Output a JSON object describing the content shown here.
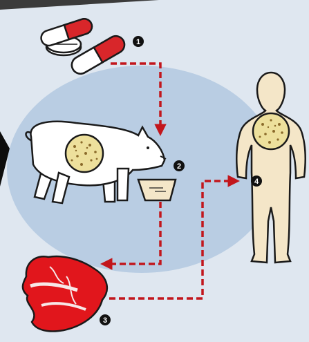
{
  "colors": {
    "background": "#dfe7f0",
    "ellipse": "#b9cde3",
    "arrow": "#c2161c",
    "badge": "#111111",
    "pill_red": "#d8262a",
    "pill_white": "#ffffff",
    "pig": "#ffffff",
    "germ_disc": "#ede09c",
    "germ_dot": "#8a6a2a",
    "trough": "#f4e6c8",
    "meat_red": "#e1161c",
    "meat_fat": "#f7e8e8",
    "person": "#f4e6c8",
    "outline": "#1a1a1a"
  },
  "steps": [
    {
      "number": "1",
      "icon": "antibiotic-pills-icon"
    },
    {
      "number": "2",
      "icon": "feed-trough-icon"
    },
    {
      "number": "3",
      "icon": "raw-meat-icon"
    },
    {
      "number": "4",
      "icon": "human-figure-icon"
    }
  ]
}
